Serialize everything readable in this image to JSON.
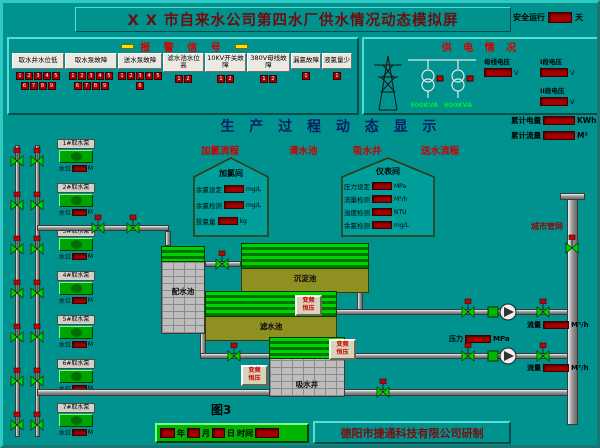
{
  "header": {
    "title": "X X 市自来水公司第四水厂供水情况动态模拟屏",
    "safe_run_label": "安全运行",
    "safe_run_unit": "天"
  },
  "alarm": {
    "title": "报 警 信 号",
    "columns": [
      {
        "label": "取水井水位低",
        "count": 9
      },
      {
        "label": "取水泵故障",
        "count": 9
      },
      {
        "label": "送水泵故障",
        "count": 6
      },
      {
        "label": "滤水池水位高",
        "count": 2
      },
      {
        "label": "10KV开关故障",
        "count": 2
      },
      {
        "label": "380V母线故障",
        "count": 2
      },
      {
        "label": "漏氯故障",
        "count": 1
      },
      {
        "label": "液氯量少",
        "count": 1
      }
    ]
  },
  "power": {
    "title": "供 电 情 况",
    "t1_kva": "500KVA",
    "t2_kva": "600KVA",
    "bus_label": "母线电压",
    "bus_unit": "V",
    "section1_label": "I段电压",
    "section1_unit": "V",
    "section2_label": "II段电压",
    "section2_unit": "V"
  },
  "process": {
    "title": "生 产 过 程 动 态 显 示",
    "stage1": "加氯流程",
    "stage2": "清水池",
    "stage3": "吸水井",
    "stage4": "送水流程",
    "total_energy_label": "累计电量",
    "total_energy_unit": "KWh",
    "total_flow_label": "累计流量",
    "total_flow_unit": "M³"
  },
  "pumps": {
    "level_label": "水位",
    "level_unit": "M",
    "items": [
      {
        "label": "1#取水泵"
      },
      {
        "label": "2#取水泵"
      },
      {
        "label": "3#取水泵"
      },
      {
        "label": "4#取水泵"
      },
      {
        "label": "5#取水泵"
      },
      {
        "label": "6#取水泵"
      },
      {
        "label": "7#取水泵"
      }
    ]
  },
  "chlorine_room": {
    "title": "加氯间",
    "rows": [
      {
        "label": "余氯设定",
        "unit": "mg/L"
      },
      {
        "label": "余氯检测",
        "unit": "mg/L"
      },
      {
        "label": "投氯量",
        "unit": "kg"
      }
    ]
  },
  "instrument_room": {
    "title": "仪表间",
    "rows": [
      {
        "label": "压力设定",
        "unit": "MPa"
      },
      {
        "label": "流量检测",
        "unit": "M³/h"
      },
      {
        "label": "浊度检测",
        "unit": "NTU"
      },
      {
        "label": "余氯检测",
        "unit": "mg/L"
      }
    ]
  },
  "tanks": {
    "distribution": "配水池",
    "sedimentation": "沉淀池",
    "filter": "滤水池",
    "suction_well": "吸水井"
  },
  "vfd": {
    "line1": "变频",
    "line2": "恒压"
  },
  "outputs": {
    "flow1_label": "流量",
    "flow1_unit": "M³/h",
    "pressure_label": "压力",
    "pressure_unit": "MPa",
    "flow2_label": "流量",
    "flow2_unit": "M³/h",
    "city_network": "城市管网"
  },
  "footer": {
    "figure": "图3",
    "year": "年",
    "month": "月",
    "day": "日",
    "time": "时间",
    "credit": "德阳市捷通科技有限公司研制"
  }
}
